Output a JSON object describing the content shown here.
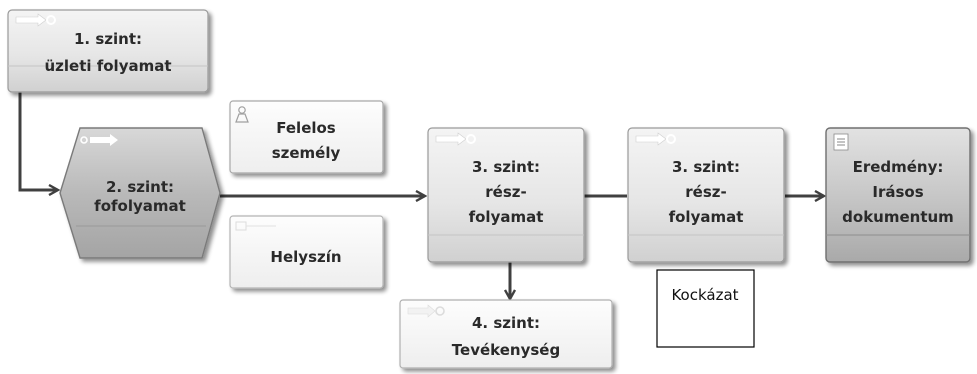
{
  "diagram": {
    "nodes": {
      "level1": {
        "lines": [
          "1. szint:",
          "üzleti folyamat"
        ]
      },
      "level2": {
        "lines": [
          "2. szint:",
          "fofolyamat"
        ]
      },
      "responsible": {
        "lines": [
          "Felelos",
          "személy"
        ]
      },
      "location": {
        "lines": [
          "Helyszín"
        ]
      },
      "level3a": {
        "lines": [
          "3. szint:",
          "rész-",
          "folyamat"
        ]
      },
      "level3b": {
        "lines": [
          "3. szint:",
          "rész-",
          "folyamat"
        ]
      },
      "level4": {
        "lines": [
          "4. szint:",
          "Tevékenység"
        ]
      },
      "risk": {
        "lines": [
          "Kockázat"
        ]
      },
      "result": {
        "lines": [
          "Eredmény:",
          "Irásos",
          "dokumentum"
        ]
      }
    }
  }
}
